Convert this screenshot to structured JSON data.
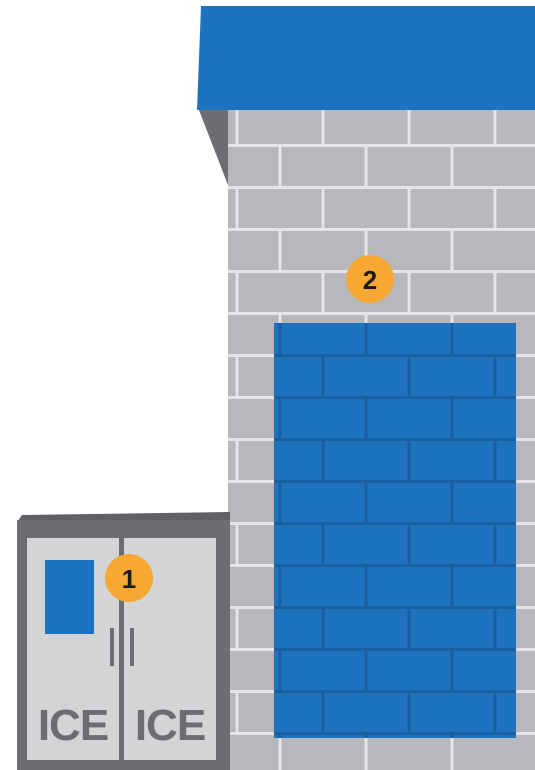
{
  "markers": [
    {
      "number": "1",
      "color": "#f7a833"
    },
    {
      "number": "2",
      "color": "#f7a833"
    }
  ],
  "freezer": {
    "left_door_label": "ICE",
    "right_door_label": "ICE",
    "cabinet_color": "#d3d4d6",
    "frame_color": "#6b6d70",
    "panel_color": "#1e73be"
  },
  "building": {
    "roof_color": "#1e73be",
    "wall_color": "#b6b8bc",
    "brick_line_color": "#e4e5e7",
    "highlight_color": "#1e73be"
  }
}
